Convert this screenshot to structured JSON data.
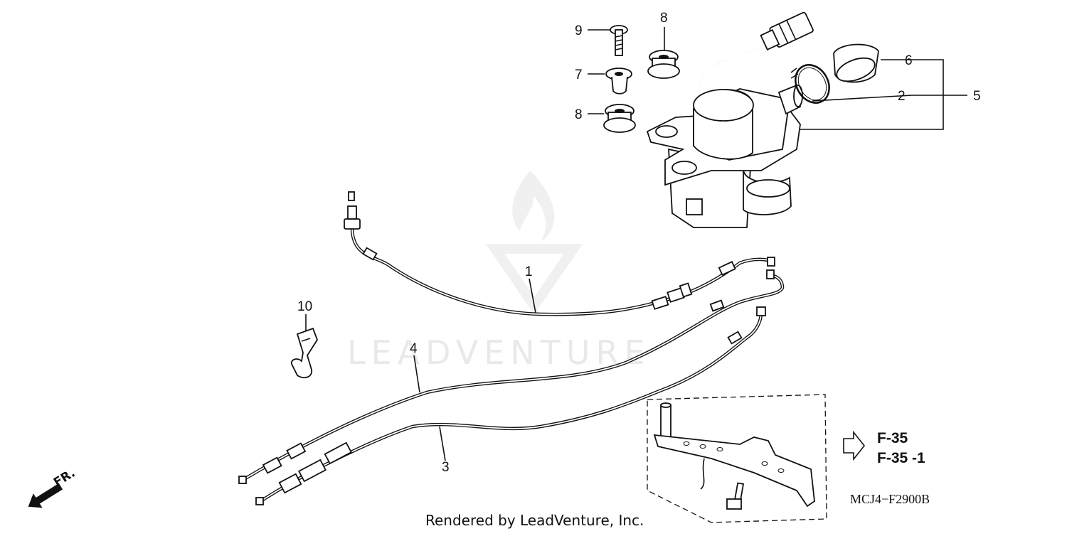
{
  "diagram": {
    "callouts": {
      "c1": "1",
      "c2": "2",
      "c3": "3",
      "c4": "4",
      "c5": "5",
      "c6": "6",
      "c7": "7",
      "c8a": "8",
      "c8b": "8",
      "c9": "9",
      "c10": "10"
    },
    "ref_pages": [
      "F-35",
      "F-35 -1"
    ],
    "diagram_code": "MCJ4−F2900B",
    "footer": "Rendered by LeadVenture, Inc.",
    "watermark": "LEADVENTURE",
    "direction_label": "FR."
  }
}
